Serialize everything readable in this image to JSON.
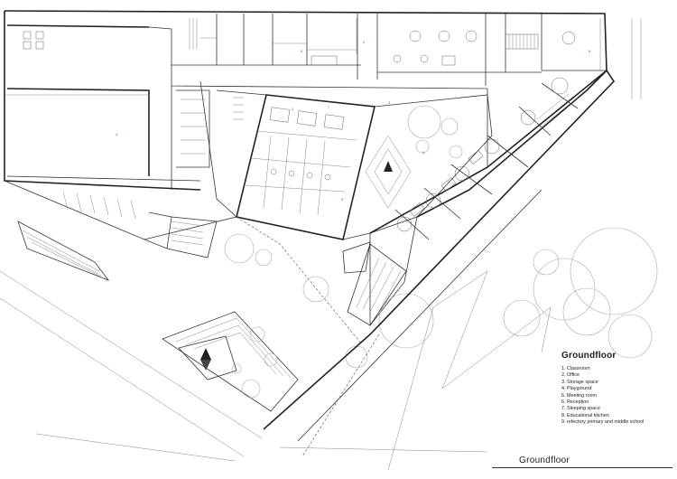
{
  "legend": {
    "title": "Groundfloor",
    "items": [
      "1. Classroom",
      "2. Office",
      "3. Storage space",
      "4. Playground",
      "6. Meeting room",
      "6. Reception",
      "7. Sleeping space",
      "8. Educational kitchen",
      "9. refectory primary and middle school"
    ]
  },
  "caption": "Groundfloor",
  "room_labels": [
    "4",
    "1",
    "2",
    "3",
    "5",
    "6",
    "7",
    "8",
    "9"
  ],
  "colors": {
    "wall": "#222222",
    "thin_line": "#777777",
    "label": "#c0392b",
    "tree": "#aaaaaa"
  }
}
